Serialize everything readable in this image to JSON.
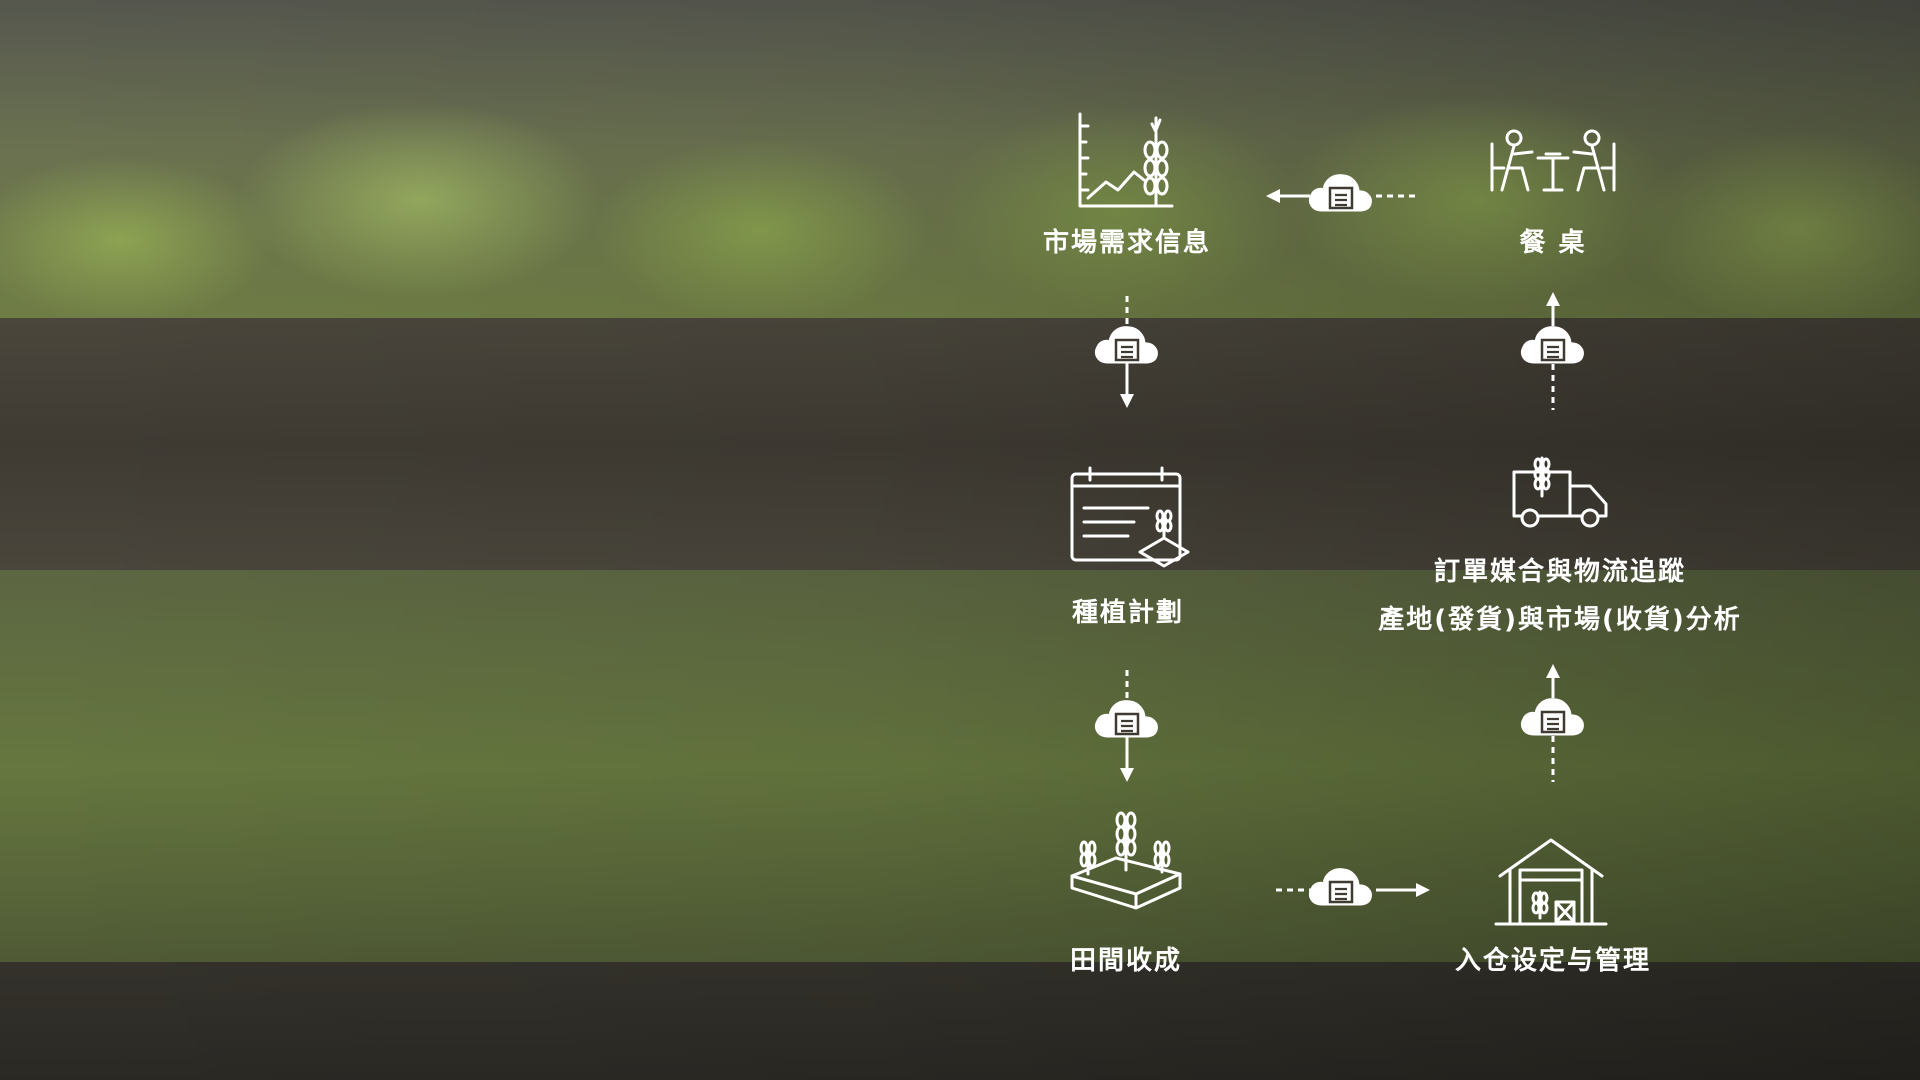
{
  "nodes": {
    "market_demand": {
      "label": "市場需求信息",
      "icon": "market-chart-icon"
    },
    "dining_table": {
      "label": "餐 桌",
      "icon": "dining-table-icon"
    },
    "planting_plan": {
      "label": "種植計劃",
      "icon": "planting-calendar-icon"
    },
    "order_logistics": {
      "line1": "訂單媒合與物流追蹤",
      "line2": "產地(發貨)與市場(收貨)分析",
      "icon": "delivery-truck-icon"
    },
    "field_harvest": {
      "label": "田間收成",
      "icon": "field-crop-icon"
    },
    "warehouse": {
      "label": "入仓设定与管理",
      "icon": "warehouse-icon"
    }
  },
  "connectors": [
    {
      "name": "dining-to-market",
      "direction": "left",
      "icon": "cloud-document-icon"
    },
    {
      "name": "market-to-planting",
      "direction": "down",
      "icon": "cloud-document-icon"
    },
    {
      "name": "planting-to-harvest",
      "direction": "down",
      "icon": "cloud-document-icon"
    },
    {
      "name": "harvest-to-warehouse",
      "direction": "right",
      "icon": "cloud-document-icon"
    },
    {
      "name": "warehouse-to-logistics",
      "direction": "up",
      "icon": "cloud-document-icon"
    },
    {
      "name": "logistics-to-dining",
      "direction": "up",
      "icon": "cloud-document-icon"
    }
  ],
  "colors": {
    "foreground": "#ffffff",
    "background_overlay": "#3f3b33",
    "foliage": "#8fb54a"
  }
}
